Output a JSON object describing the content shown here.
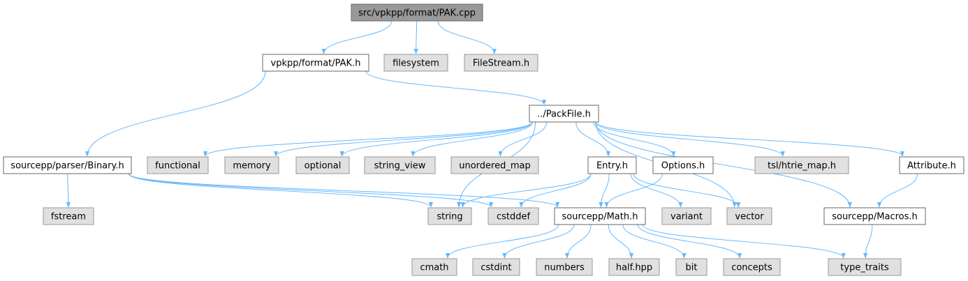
{
  "colors": {
    "root_fill": "#999999",
    "root_stroke": "#666666",
    "file_fill": "#ffffff",
    "file_stroke": "#666666",
    "system_fill": "#e0e0e0",
    "system_stroke": "#999999",
    "edge": "#63b8ff",
    "text": "#000000"
  },
  "nodes": [
    {
      "id": "pak_cpp",
      "label": "src/vpkpp/format/PAK.cpp",
      "kind": "root"
    },
    {
      "id": "pak_h",
      "label": "vpkpp/format/PAK.h",
      "kind": "file"
    },
    {
      "id": "filesystem",
      "label": "filesystem",
      "kind": "system"
    },
    {
      "id": "filestream_h",
      "label": "FileStream.h",
      "kind": "system"
    },
    {
      "id": "packfile_h",
      "label": "../PackFile.h",
      "kind": "file"
    },
    {
      "id": "binary_h",
      "label": "sourcepp/parser/Binary.h",
      "kind": "file"
    },
    {
      "id": "functional",
      "label": "functional",
      "kind": "system"
    },
    {
      "id": "memory",
      "label": "memory",
      "kind": "system"
    },
    {
      "id": "optional",
      "label": "optional",
      "kind": "system"
    },
    {
      "id": "string_view",
      "label": "string_view",
      "kind": "system"
    },
    {
      "id": "unordered_map",
      "label": "unordered_map",
      "kind": "system"
    },
    {
      "id": "entry_h",
      "label": "Entry.h",
      "kind": "file"
    },
    {
      "id": "options_h",
      "label": "Options.h",
      "kind": "file"
    },
    {
      "id": "htrie_map_h",
      "label": "tsl/htrie_map.h",
      "kind": "system"
    },
    {
      "id": "attribute_h",
      "label": "Attribute.h",
      "kind": "file"
    },
    {
      "id": "fstream",
      "label": "fstream",
      "kind": "system"
    },
    {
      "id": "string",
      "label": "string",
      "kind": "system"
    },
    {
      "id": "cstddef",
      "label": "cstddef",
      "kind": "system"
    },
    {
      "id": "math_h",
      "label": "sourcepp/Math.h",
      "kind": "file"
    },
    {
      "id": "variant",
      "label": "variant",
      "kind": "system"
    },
    {
      "id": "vector",
      "label": "vector",
      "kind": "system"
    },
    {
      "id": "macros_h",
      "label": "sourcepp/Macros.h",
      "kind": "file"
    },
    {
      "id": "cmath",
      "label": "cmath",
      "kind": "system"
    },
    {
      "id": "cstdint",
      "label": "cstdint",
      "kind": "system"
    },
    {
      "id": "numbers",
      "label": "numbers",
      "kind": "system"
    },
    {
      "id": "half_hpp",
      "label": "half.hpp",
      "kind": "system"
    },
    {
      "id": "bit",
      "label": "bit",
      "kind": "system"
    },
    {
      "id": "concepts",
      "label": "concepts",
      "kind": "system"
    },
    {
      "id": "type_traits",
      "label": "type_traits",
      "kind": "system"
    }
  ],
  "edges": [
    [
      "pak_cpp",
      "pak_h"
    ],
    [
      "pak_cpp",
      "filesystem"
    ],
    [
      "pak_cpp",
      "filestream_h"
    ],
    [
      "pak_h",
      "binary_h"
    ],
    [
      "pak_h",
      "packfile_h"
    ],
    [
      "binary_h",
      "fstream"
    ],
    [
      "binary_h",
      "string"
    ],
    [
      "binary_h",
      "cstddef"
    ],
    [
      "binary_h",
      "math_h"
    ],
    [
      "packfile_h",
      "functional"
    ],
    [
      "packfile_h",
      "memory"
    ],
    [
      "packfile_h",
      "optional"
    ],
    [
      "packfile_h",
      "string_view"
    ],
    [
      "packfile_h",
      "unordered_map"
    ],
    [
      "packfile_h",
      "string"
    ],
    [
      "packfile_h",
      "entry_h"
    ],
    [
      "packfile_h",
      "options_h"
    ],
    [
      "packfile_h",
      "vector"
    ],
    [
      "packfile_h",
      "htrie_map_h"
    ],
    [
      "packfile_h",
      "macros_h"
    ],
    [
      "packfile_h",
      "attribute_h"
    ],
    [
      "entry_h",
      "string"
    ],
    [
      "entry_h",
      "cstddef"
    ],
    [
      "entry_h",
      "math_h"
    ],
    [
      "entry_h",
      "variant"
    ],
    [
      "entry_h",
      "vector"
    ],
    [
      "options_h",
      "math_h"
    ],
    [
      "attribute_h",
      "macros_h"
    ],
    [
      "math_h",
      "cmath"
    ],
    [
      "math_h",
      "cstdint"
    ],
    [
      "math_h",
      "numbers"
    ],
    [
      "math_h",
      "half_hpp"
    ],
    [
      "math_h",
      "bit"
    ],
    [
      "math_h",
      "concepts"
    ],
    [
      "math_h",
      "type_traits"
    ],
    [
      "macros_h",
      "type_traits"
    ]
  ]
}
